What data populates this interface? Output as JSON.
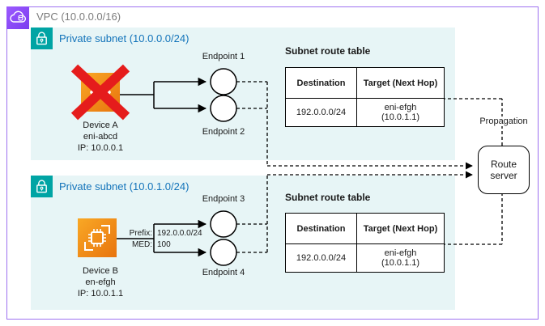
{
  "vpc": {
    "label": "VPC (10.0.0.0/16)",
    "icon": "vpc-cloud-icon",
    "border_color": "#9D71F0",
    "icon_bg": "#8C4FFF"
  },
  "subnet1": {
    "label": "Private subnet (10.0.0.0/24)",
    "icon": "lock-icon",
    "fill": "#E7F5F6",
    "label_color": "#1273BA"
  },
  "subnet2": {
    "label": "Private subnet (10.0.1.0/24)",
    "icon": "lock-icon",
    "fill": "#E7F5F6",
    "label_color": "#1273BA"
  },
  "device_a": {
    "name": "Device A",
    "eni": "eni-abcd",
    "ip": "IP: 10.0.0.1",
    "icon": "network-interface-icon",
    "status": "crossed-out",
    "cross_color": "#E51C1C"
  },
  "device_b": {
    "name": "Device B",
    "eni": "en-efgh",
    "ip": "IP: 10.0.1.1",
    "icon": "network-adapter-chip-icon",
    "advertisement": {
      "prefix_label": "Prefix:",
      "prefix_value": "192.0.0.0/24",
      "med_label": "MED:",
      "med_value": "100"
    }
  },
  "endpoints": [
    "Endpoint 1",
    "Endpoint 2",
    "Endpoint 3",
    "Endpoint 4"
  ],
  "table1": {
    "title": "Subnet route table",
    "col1": "Destination",
    "col2": "Target (Next Hop)",
    "row": {
      "destination": "192.0.0.0/24",
      "target_line1": "eni-efgh",
      "target_line2": "(10.0.1.1)"
    }
  },
  "table2": {
    "title": "Subnet route table",
    "col1": "Destination",
    "col2": "Target (Next Hop)",
    "row": {
      "destination": "192.0.0.0/24",
      "target_line1": "eni-efgh",
      "target_line2": "(10.0.1.1)"
    }
  },
  "route_server": {
    "label": "Route server"
  },
  "propagation": {
    "label": "Propagation"
  },
  "colors": {
    "subnet_fill": "#E7F5F6",
    "subnet_label": "#1273BA",
    "lock_bg": "#00A4A4",
    "vpc_purple": "#8C4FFF",
    "device_orange_light": "#F9A825",
    "device_orange_dark": "#E8740E",
    "cross_red": "#E51C1C",
    "line_black": "#000000"
  }
}
